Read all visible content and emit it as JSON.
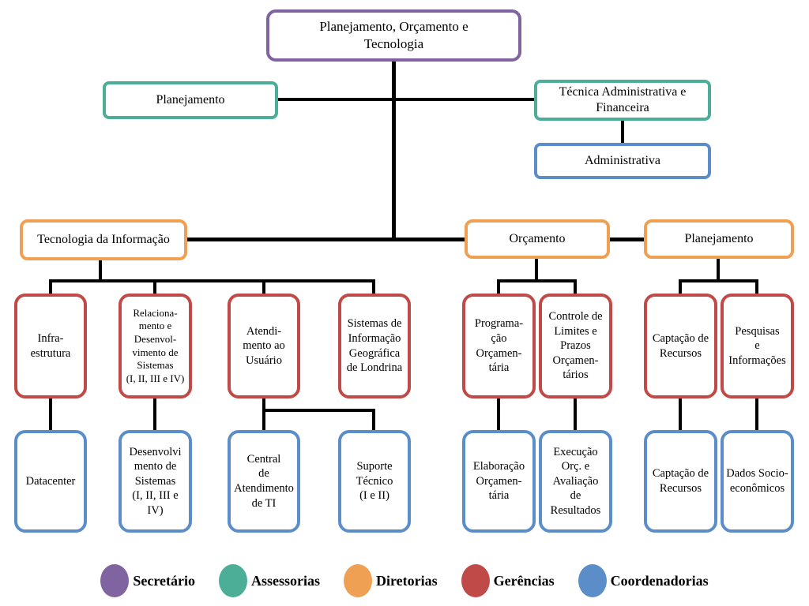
{
  "palette": {
    "secretario": "#8064A2",
    "assessorias": "#4DAE97",
    "diretorias": "#EFA053",
    "gerencias": "#BF4A47",
    "coordenadorias": "#5B8DC9",
    "connector": "#000000",
    "background": "#FFFFFF"
  },
  "chart": {
    "nodes": {
      "root": {
        "label": "Planejamento, Orçamento e\nTecnologia",
        "role": "secretario"
      },
      "assessoria_planejamento": {
        "label": "Planejamento",
        "role": "assessorias"
      },
      "assessoria_tecnica": {
        "label": "Técnica Administrativa e\nFinanceira",
        "role": "assessorias"
      },
      "coord_administrativa": {
        "label": "Administrativa",
        "role": "coordenadorias"
      },
      "diretoria_ti": {
        "label": "Tecnologia da Informação",
        "role": "diretorias"
      },
      "diretoria_orcamento": {
        "label": "Orçamento",
        "role": "diretorias"
      },
      "diretoria_planejamento": {
        "label": "Planejamento",
        "role": "diretorias"
      },
      "ger_infraestrutura": {
        "label": "Infra-\nestrutura",
        "role": "gerencias"
      },
      "ger_relacionamento": {
        "label": "Relaciona-\nmento e\nDesenvol-\nvimento de\nSistemas\n(I, II, III e IV)",
        "role": "gerencias"
      },
      "ger_atendimento": {
        "label": "Atendi-\nmento ao\nUsuário",
        "role": "gerencias"
      },
      "ger_sig": {
        "label": "Sistemas de\nInformação\nGeográfica\nde Londrina",
        "role": "gerencias"
      },
      "ger_programacao": {
        "label": "Programa-\nção\nOrçamen-\ntária",
        "role": "gerencias"
      },
      "ger_controle": {
        "label": "Controle de\nLimites e\nPrazos\nOrçamen-\ntários",
        "role": "gerencias"
      },
      "ger_captacao": {
        "label": "Captação de\nRecursos",
        "role": "gerencias"
      },
      "ger_pesquisas": {
        "label": "Pesquisas\ne\nInformações",
        "role": "gerencias"
      },
      "coord_datacenter": {
        "label": "Datacenter",
        "role": "coordenadorias"
      },
      "coord_desenvolvimento": {
        "label": "Desenvolvi\nmento de\nSistemas\n(I, II, III e\nIV)",
        "role": "coordenadorias"
      },
      "coord_central": {
        "label": "Central\nde\nAtendimento\nde TI",
        "role": "coordenadorias"
      },
      "coord_suporte": {
        "label": "Suporte\nTécnico\n(I e II)",
        "role": "coordenadorias"
      },
      "coord_elaboracao": {
        "label": "Elaboração\nOrçamen-\ntária",
        "role": "coordenadorias"
      },
      "coord_execucao": {
        "label": "Execução\nOrç. e\nAvaliação\nde\nResultados",
        "role": "coordenadorias"
      },
      "coord_captacao": {
        "label": "Captação de\nRecursos",
        "role": "coordenadorias"
      },
      "coord_dados": {
        "label": "Dados Socio-\neconômicos",
        "role": "coordenadorias"
      }
    }
  },
  "legend": {
    "items": [
      {
        "label": "Secretário",
        "color": "#8064A2",
        "role": "secretario"
      },
      {
        "label": "Assessorias",
        "color": "#4DAE97",
        "role": "assessorias"
      },
      {
        "label": "Diretorias",
        "color": "#EFA053",
        "role": "diretorias"
      },
      {
        "label": "Gerências",
        "color": "#BF4A47",
        "role": "gerencias"
      },
      {
        "label": "Coordenadorias",
        "color": "#5B8DC9",
        "role": "coordenadorias"
      }
    ]
  }
}
